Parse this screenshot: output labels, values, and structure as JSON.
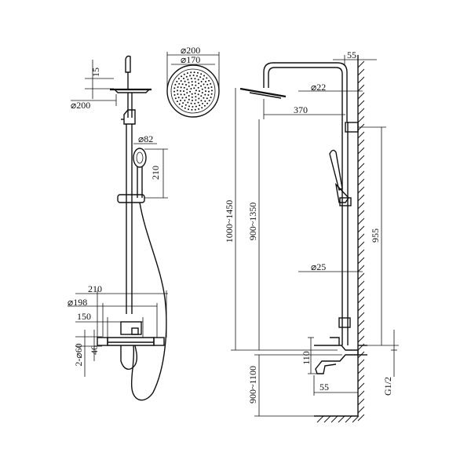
{
  "front_view": {
    "head_thickness": "15",
    "head_width": "⌀200",
    "hand_shower_dia": "⌀82",
    "hand_shower_length": "210",
    "mixer_width": "210",
    "flange_dia": "⌀198",
    "center_distance": "150",
    "inlet_spacing": "2-⌀60",
    "inlet_height": "46"
  },
  "top_view": {
    "outer_dia": "⌀200",
    "inner_dia": "⌀170"
  },
  "side_view": {
    "wall_offset": "55",
    "riser_dia_top": "⌀22",
    "arm_reach": "370",
    "total_height": "1000~1450",
    "adjust_height": "900~1350",
    "riser_dia": "⌀25",
    "bracket_distance": "955",
    "mixer_height": "110",
    "mixer_offset": "55",
    "floor_height": "900~1100",
    "thread": "G1/2"
  }
}
